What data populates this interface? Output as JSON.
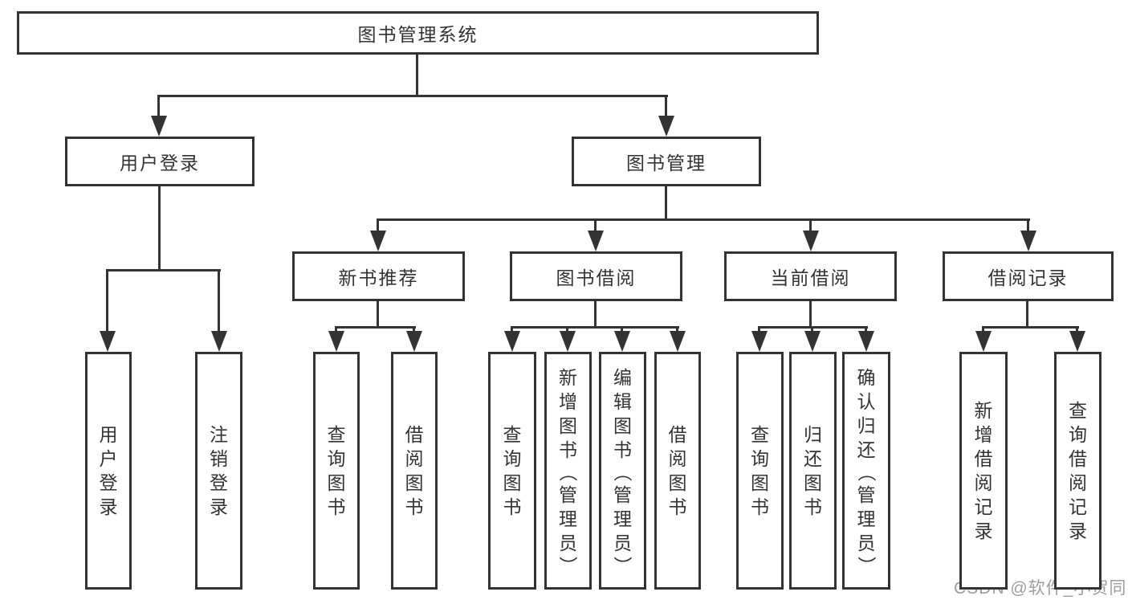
{
  "diagram_title": "图书管理系统",
  "colors": {
    "line": "#333333",
    "box_border": "#333333",
    "box_background": "#ffffff",
    "text": "#333333",
    "watermark": "#9b9da1"
  },
  "nodes": [
    {
      "id": "root",
      "label": "图书管理系统",
      "parent": null,
      "text_direction": "horizontal"
    },
    {
      "id": "user-login",
      "label": "用户登录",
      "parent": "root",
      "text_direction": "horizontal"
    },
    {
      "id": "book-mgmt",
      "label": "图书管理",
      "parent": "root",
      "text_direction": "horizontal"
    },
    {
      "id": "new-book-rec",
      "label": "新书推荐",
      "parent": "book-mgmt",
      "text_direction": "horizontal"
    },
    {
      "id": "book-borrow",
      "label": "图书借阅",
      "parent": "book-mgmt",
      "text_direction": "horizontal"
    },
    {
      "id": "current-borrow",
      "label": "当前借阅",
      "parent": "book-mgmt",
      "text_direction": "horizontal"
    },
    {
      "id": "borrow-record",
      "label": "借阅记录",
      "parent": "book-mgmt",
      "text_direction": "horizontal"
    },
    {
      "id": "leaf-user-login",
      "label": "用户登录",
      "parent": "user-login",
      "text_direction": "vertical"
    },
    {
      "id": "leaf-logout",
      "label": "注销登录",
      "parent": "user-login",
      "text_direction": "vertical"
    },
    {
      "id": "leaf-query-book-1",
      "label": "查询图书",
      "parent": "new-book-rec",
      "text_direction": "vertical"
    },
    {
      "id": "leaf-borrow-book-1",
      "label": "借阅图书",
      "parent": "new-book-rec",
      "text_direction": "vertical"
    },
    {
      "id": "leaf-query-book-2",
      "label": "查询图书",
      "parent": "book-borrow",
      "text_direction": "vertical"
    },
    {
      "id": "leaf-add-book",
      "label": "新增图书（管理员）",
      "parent": "book-borrow",
      "text_direction": "vertical"
    },
    {
      "id": "leaf-edit-book",
      "label": "编辑图书（管理员）",
      "parent": "book-borrow",
      "text_direction": "vertical"
    },
    {
      "id": "leaf-borrow-book-2",
      "label": "借阅图书",
      "parent": "book-borrow",
      "text_direction": "vertical"
    },
    {
      "id": "leaf-query-book-3",
      "label": "查询图书",
      "parent": "current-borrow",
      "text_direction": "vertical"
    },
    {
      "id": "leaf-return-book",
      "label": "归还图书",
      "parent": "current-borrow",
      "text_direction": "vertical"
    },
    {
      "id": "leaf-confirm-return",
      "label": "确认归还（管理员）",
      "parent": "current-borrow",
      "text_direction": "vertical"
    },
    {
      "id": "leaf-add-record",
      "label": "新增借阅记录",
      "parent": "borrow-record",
      "text_direction": "vertical"
    },
    {
      "id": "leaf-query-record",
      "label": "查询借阅记录",
      "parent": "borrow-record",
      "text_direction": "vertical"
    }
  ],
  "watermark": {
    "text": "CSDN @软件_小贺同学"
  }
}
